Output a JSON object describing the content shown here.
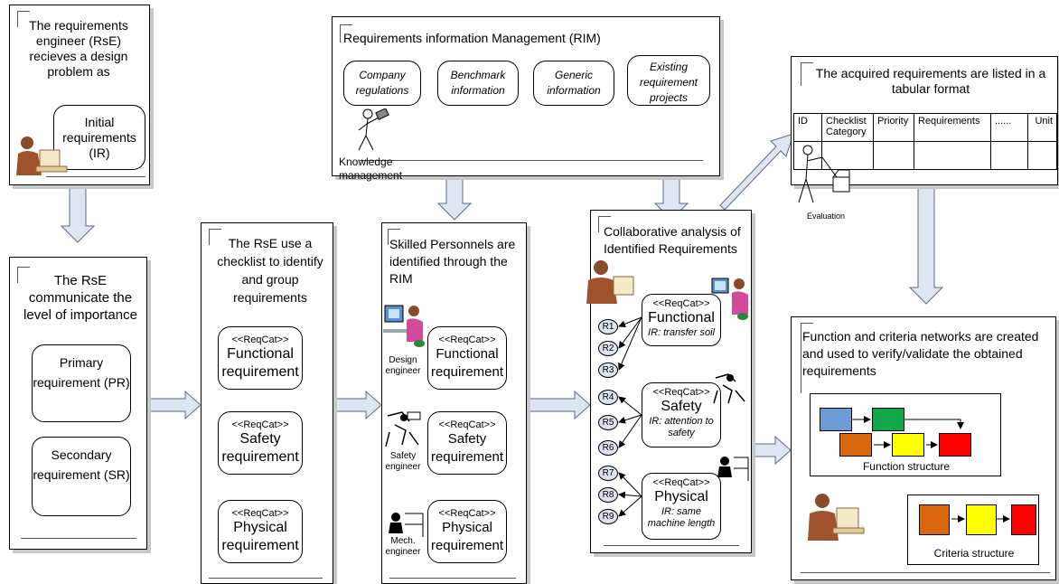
{
  "box1": {
    "text": "The  requirements engineer (RsE) recieves a design problem as",
    "initial": "Initial requirements (IR)"
  },
  "box_rim": {
    "title": "Requirements information Management  (RIM)",
    "items": [
      "Company regulations",
      "Benchmark information",
      "Generic information",
      "Existing requirement projects"
    ],
    "knowledge": "Knowledge management"
  },
  "box_table": {
    "title": "The acquired requirements  are listed in a tabular format",
    "headers": [
      "ID",
      "Checklist Category",
      "Priority",
      "Requirements",
      "......",
      "Unit"
    ],
    "evaluation": "Evaluation"
  },
  "box_importance": {
    "title": "The RsE communicate the level of importance",
    "primary": "Primary requirement (PR)",
    "secondary": "Secondary requirement (SR)"
  },
  "box_checklist": {
    "title": "The RsE use a checklist to identify and group requirements"
  },
  "reqcat_tag": "<<ReqCat>>",
  "categories": [
    "Functional requirement",
    "Safety requirement",
    "Physical requirement"
  ],
  "box_personnel": {
    "title_lines": [
      "Skilled Personnels are",
      "identified through the",
      "RIM"
    ],
    "engineers": [
      "Design engineer",
      "Safety engineer",
      "Mech. engineer"
    ]
  },
  "box_collab": {
    "title": "Collaborative analysis of Identified Requirements",
    "groups": [
      {
        "name": "Functional",
        "ir": "IR: transfer soil",
        "reqs": [
          "R1",
          "R2",
          "R3"
        ]
      },
      {
        "name": "Safety",
        "ir": "IR: attention to safety",
        "reqs": [
          "R4",
          "R5",
          "R6"
        ]
      },
      {
        "name": "Physical",
        "ir": "IR: same machine length",
        "reqs": [
          "R7",
          "R8",
          "R9"
        ]
      }
    ]
  },
  "box_network": {
    "title": "Function and criteria networks are created and  used to verify/validate the obtained requirements",
    "function_label": "Function structure",
    "criteria_label": "Criteria structure",
    "colors": {
      "blue": "#6f9bd6",
      "green": "#12a84a",
      "orange": "#d9670e",
      "yellow": "#ffff00",
      "red": "#ff0000"
    }
  }
}
